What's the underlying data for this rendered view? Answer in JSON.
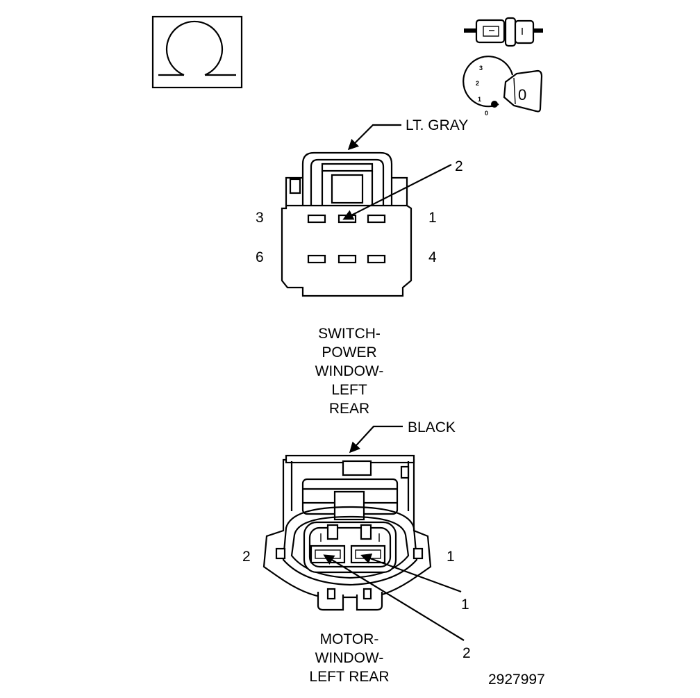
{
  "icons": {
    "ohmmeter": "ohmmeter-icon",
    "connector_disconnected": "disconnected-connector-icon",
    "ignition": "ignition-key-icon"
  },
  "ignition": {
    "positions": [
      "3",
      "2",
      "1",
      "0"
    ],
    "key_label": "0"
  },
  "switch_connector": {
    "color_callout": "LT. GRAY",
    "terminal_callout": "2",
    "cavity_top_left": "3",
    "cavity_top_right": "1",
    "cavity_bottom_left": "6",
    "cavity_bottom_right": "4",
    "name_lines": [
      "SWITCH-",
      "POWER",
      "WINDOW-",
      "LEFT",
      "REAR"
    ]
  },
  "motor_connector": {
    "color_callout": "BLACK",
    "side_left": "2",
    "side_right": "1",
    "terminal_callout_1": "1",
    "terminal_callout_2": "2",
    "name_lines": [
      "MOTOR-",
      "WINDOW-",
      "LEFT REAR"
    ]
  },
  "figure_number": "2927997"
}
